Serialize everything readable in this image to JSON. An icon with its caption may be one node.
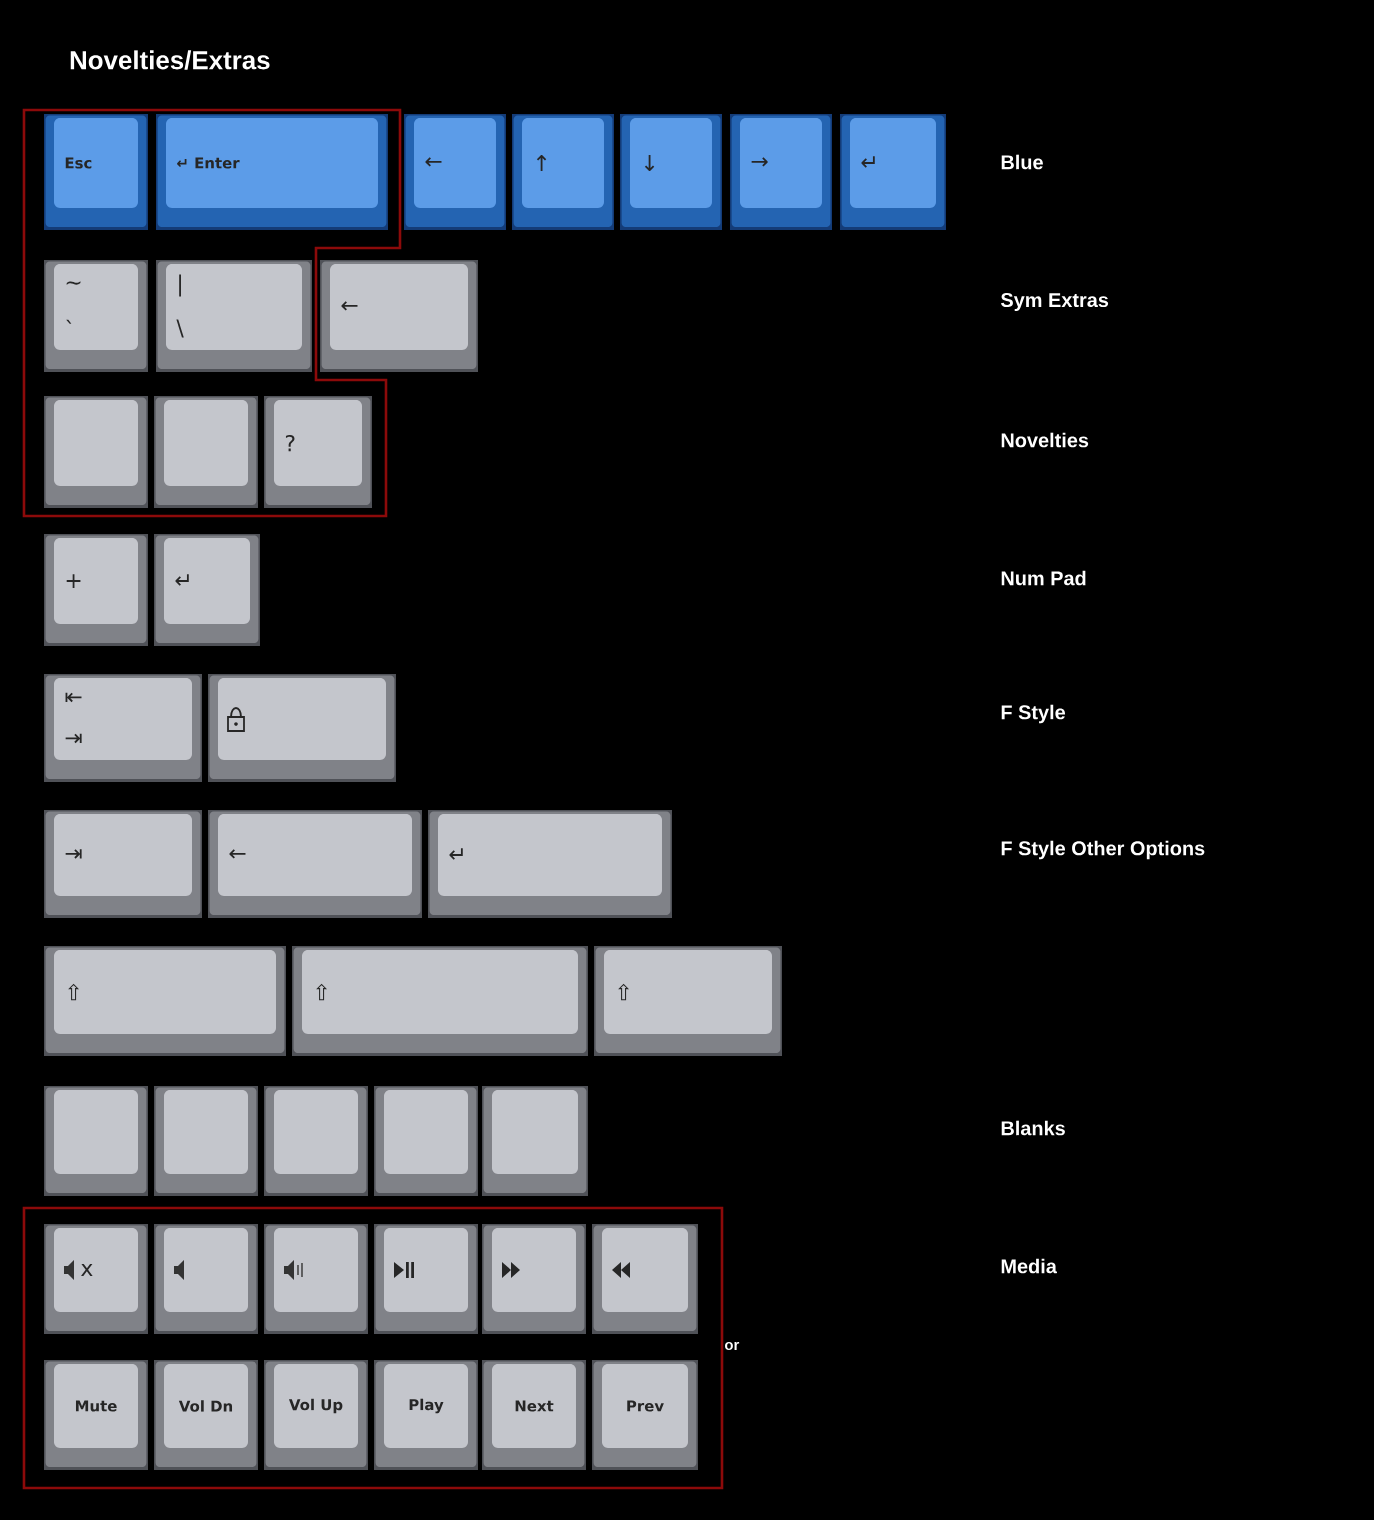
{
  "diagram": {
    "title": "Novelties/Extras",
    "nodes": [
      {
        "text": [
          "Esc"
        ]
      },
      {
        "text": [
          "↵ Enter"
        ]
      },
      {
        "text": [
          "←"
        ]
      },
      {
        "text": [
          "↑"
        ]
      },
      {
        "text": [
          "↓"
        ]
      },
      {
        "text": [
          "→"
        ]
      },
      {
        "text": [
          "↵"
        ]
      },
      {
        "text": [
          "~",
          "`"
        ]
      },
      {
        "text": [
          "|",
          "\\"
        ]
      },
      {
        "text": [
          "←"
        ]
      },
      {
        "text": [],
        "shape": "box"
      },
      {
        "text": [],
        "shape": "box"
      },
      {
        "text": [
          "?"
        ]
      },
      {
        "text": [
          "+"
        ]
      },
      {
        "text": [
          "↵"
        ]
      },
      {
        "text": [
          "⇤",
          "⇥"
        ]
      },
      {
        "text": [],
        "shape": "box"
      },
      {
        "text": [
          "⇥"
        ]
      },
      {
        "text": [
          "←"
        ]
      },
      {
        "text": [
          "↵"
        ]
      },
      {
        "text": [
          "⇧"
        ]
      },
      {
        "text": [
          "⇧"
        ]
      },
      {
        "text": [
          "⇧"
        ]
      },
      {
        "text": [],
        "shape": "box"
      },
      {
        "text": [],
        "shape": "box"
      },
      {
        "text": [],
        "shape": "box"
      },
      {
        "text": [],
        "shape": "box"
      },
      {
        "text": [],
        "shape": "box"
      },
      {
        "text": [
          "x"
        ]
      },
      {
        "text": [],
        "shape": "box"
      },
      {
        "text": [],
        "shape": "box"
      },
      {
        "text": [],
        "shape": "box"
      },
      {
        "text": [],
        "shape": "box"
      },
      {
        "text": [],
        "shape": "box"
      },
      {
        "text": [
          "Mute"
        ]
      },
      {
        "text": [
          "Vol Dn"
        ]
      },
      {
        "text": [
          "Vol Up"
        ]
      },
      {
        "text": [
          "Play"
        ]
      },
      {
        "text": [
          "Next"
        ]
      },
      {
        "text": [
          "Prev"
        ]
      }
    ],
    "labels": [
      "Blue",
      "Sym Extras",
      "Novelties",
      "Num Pad",
      "F Style",
      "F Style Other Options",
      "Blanks",
      "Media",
      "or"
    ]
  }
}
